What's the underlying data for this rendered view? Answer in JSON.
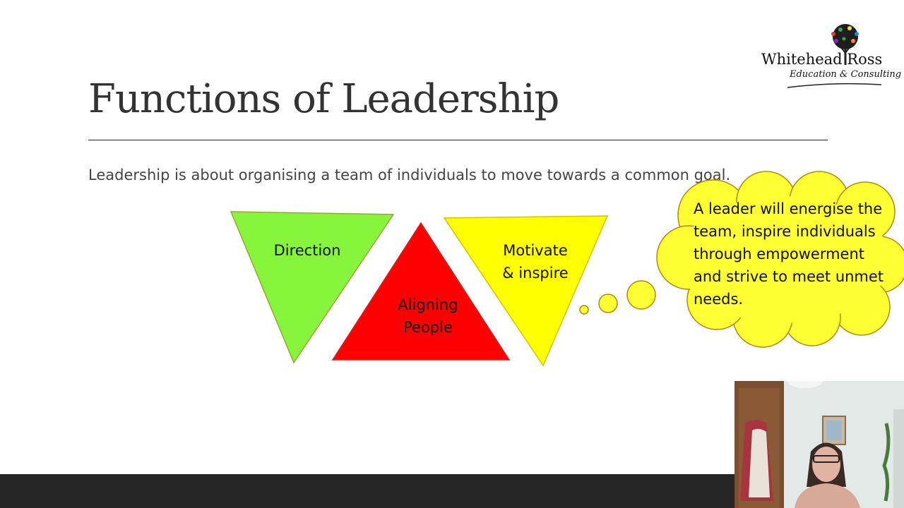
{
  "slide": {
    "title": "Functions of Leadership",
    "subtitle": "Leadership is about organising a team of individuals to move towards a common goal."
  },
  "logo": {
    "name": "Whitehead Ross",
    "tagline": "Education & Consulting"
  },
  "diagram": {
    "triangles": [
      {
        "label_lines": [
          "Direction"
        ],
        "color": "#86f53c"
      },
      {
        "label_lines": [
          "Aligning",
          "People"
        ],
        "color": "#ff0000"
      },
      {
        "label_lines": [
          "Motivate",
          "& inspire"
        ],
        "color": "#ffff00"
      }
    ],
    "thought_cloud": {
      "text": "A leader will energise the\nteam, inspire individuals\nthrough empowerment\nand strive to meet unmet\nneeds.",
      "color": "#ffff33",
      "border_color": "#b8860b"
    }
  },
  "colors": {
    "bottom_bar": "#262626",
    "title": "#333333"
  }
}
